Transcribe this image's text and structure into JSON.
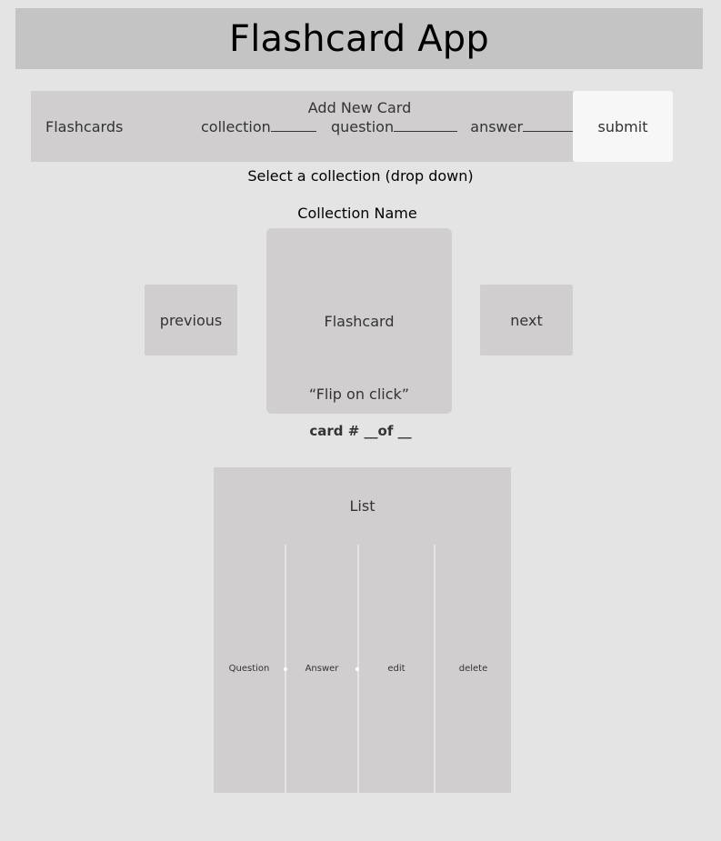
{
  "header": {
    "title": "Flashcard App"
  },
  "add_card": {
    "left_label": "Flashcards",
    "title": "Add New Card",
    "collection_label": "collection",
    "question_label": "question",
    "answer_label": "answer",
    "submit_label": "submit"
  },
  "collection": {
    "select_text": "Select a collection (drop down)",
    "name": "Collection Name"
  },
  "card": {
    "label": "Flashcard",
    "hint": "“Flip on click”",
    "previous_label": "previous",
    "next_label": "next",
    "counter_text": "card  # __of __"
  },
  "list": {
    "title": "List",
    "columns": {
      "question": "Question",
      "answer": "Answer",
      "edit": "edit",
      "delete": "delete"
    }
  },
  "colors": {
    "background": "#e4e4e4",
    "header": "#c4c4c4",
    "panel": "#d0cecf",
    "submit": "#f7f7f7"
  }
}
